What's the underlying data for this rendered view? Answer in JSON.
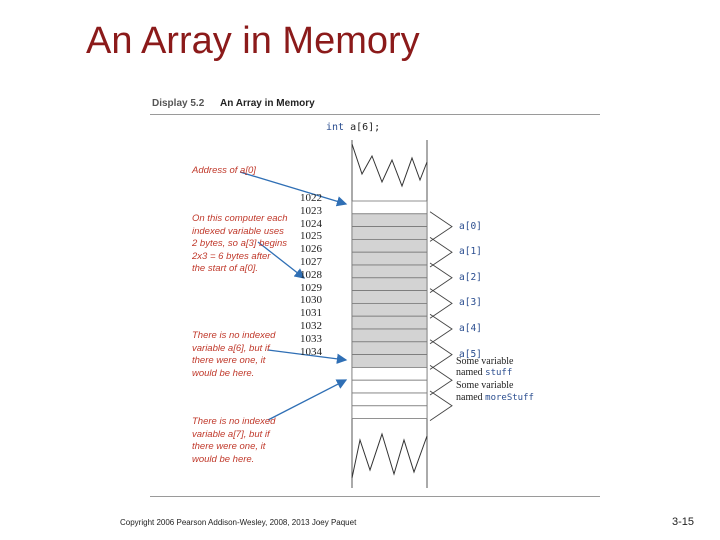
{
  "title": "An Array in Memory",
  "display": {
    "number": "Display 5.2",
    "name": "An Array in Memory",
    "declaration_keyword": "int",
    "declaration_rest": " a[6];"
  },
  "addresses": [
    "1022",
    "1023",
    "1024",
    "1025",
    "1026",
    "1027",
    "1028",
    "1029",
    "1030",
    "1031",
    "1032",
    "1033",
    "1034"
  ],
  "element_labels": [
    "a[0]",
    "a[1]",
    "a[2]",
    "a[3]",
    "a[4]",
    "a[5]"
  ],
  "variables": {
    "some_variable_1": "Some variable",
    "named_1": "named ",
    "stuff": "stuff",
    "some_variable_2": "Some variable",
    "named_2": "named ",
    "more_stuff": "moreStuff"
  },
  "notes": {
    "address_of": [
      "Address of a[0]"
    ],
    "bytes": [
      "On this computer each",
      "indexed variable uses",
      "2 bytes, so a[3] begins",
      "2x3 = 6 bytes after",
      "the start of a[0]."
    ],
    "no_a6": [
      "There is no indexed",
      "variable a[6], but if",
      "there were one, it",
      "would be here."
    ],
    "no_a7": [
      "There is no indexed",
      "variable a[7], but if",
      "there were one, it",
      "would be here."
    ]
  },
  "colors": {
    "title": "#8b1a1a",
    "note": "#c0392b",
    "arrow": "#2f6fb5",
    "cell_gray": "#d3d3d3"
  },
  "footer": {
    "copyright": "Copyright  2006 Pearson Addison-Wesley, 2008, 2013 Joey Paquet",
    "page": "3-15"
  }
}
